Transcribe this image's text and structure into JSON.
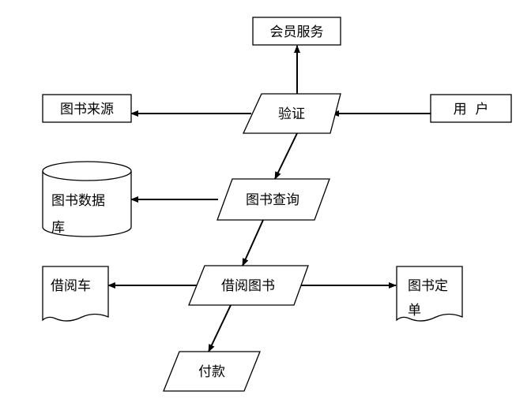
{
  "diagram": {
    "nodes": {
      "member_service": "会员服务",
      "book_source": "图书来源",
      "verify": "验证",
      "user": "用  户",
      "book_db_line1": "图书数据",
      "book_db_line2": "库",
      "book_query": "图书查询",
      "borrow_cart": "借阅车",
      "borrow_book": "借阅图书",
      "book_order_line1": "图书定",
      "book_order_line2": "单",
      "payment": "付款"
    },
    "edges": [
      {
        "from": "user",
        "to": "verify"
      },
      {
        "from": "verify",
        "to": "member_service"
      },
      {
        "from": "verify",
        "to": "book_source"
      },
      {
        "from": "verify",
        "to": "book_query"
      },
      {
        "from": "book_query",
        "to": "book_db"
      },
      {
        "from": "book_query",
        "to": "borrow_book"
      },
      {
        "from": "borrow_book",
        "to": "borrow_cart"
      },
      {
        "from": "borrow_book",
        "to": "book_order"
      },
      {
        "from": "borrow_book",
        "to": "payment"
      }
    ]
  }
}
